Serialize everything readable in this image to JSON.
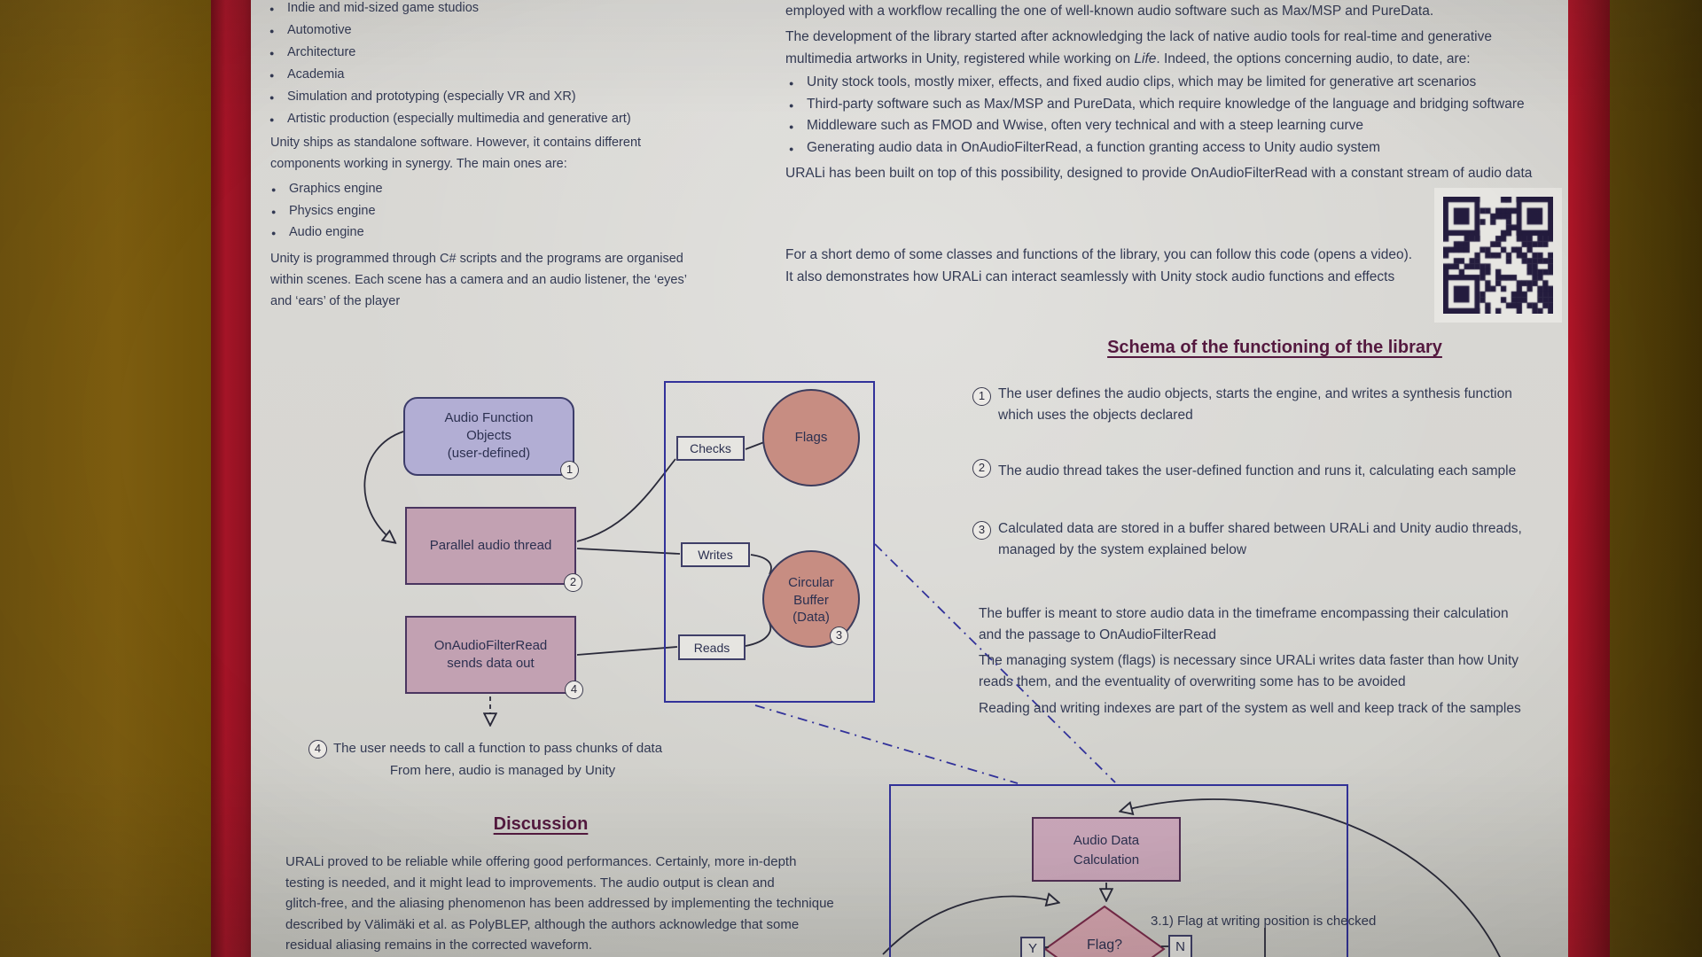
{
  "left_column": {
    "intro_bullets": [
      "Indie and mid-sized game studios",
      "Automotive",
      "Architecture",
      "Academia",
      "Simulation and prototyping (especially VR and XR)",
      "Artistic production (especially multimedia and generative art)"
    ],
    "unity_para": [
      "Unity ships as standalone software. However, it contains different",
      "components working in synergy. The main ones are:"
    ],
    "engine_bullets": [
      "Graphics engine",
      "Physics engine",
      "Audio engine"
    ],
    "scripts_para": [
      "Unity is programmed through C# scripts and the programs are organised",
      "within scenes. Each scene has a camera and an audio listener, the ‘eyes’",
      "and ‘ears’ of the player"
    ]
  },
  "right_column": {
    "workflow_line": "employed with a workflow recalling the one of well-known audio software such as Max/MSP and PureData.",
    "dev_line1": "The development of the library started after acknowledging the lack of native audio tools for real-time and generative",
    "dev_line2_pre": "multimedia artworks in Unity, registered while working on ",
    "dev_line2_em": "Life",
    "dev_line2_post": ". Indeed, the options concerning audio, to date, are:",
    "option_bullets": [
      "Unity stock tools, mostly mixer, effects, and fixed audio clips, which may be limited for generative art scenarios",
      "Third-party software such as Max/MSP and PureData, which require knowledge of the language and bridging software",
      "Middleware such as FMOD and Wwise, often very technical and with a steep learning curve",
      "Generating audio data in OnAudioFilterRead, a function granting access to Unity audio system"
    ],
    "urali_line": "URALi has been built on top of this possibility, designed to provide OnAudioFilterRead with a constant stream of audio data",
    "demo_line1": "For a short demo of some classes and functions of the library, you can follow this code (opens a video).",
    "demo_line2": "It also demonstrates how URALi can interact seamlessly with Unity stock audio functions and effects",
    "qr_label": "qr-code"
  },
  "schema": {
    "heading": "Schema of the functioning of the library",
    "items": [
      {
        "num": "1",
        "lines": [
          "The user defines the audio objects, starts the engine, and writes a synthesis function",
          "which uses the objects declared"
        ]
      },
      {
        "num": "2",
        "lines": [
          "The audio thread takes the user-defined function and runs it, calculating each sample"
        ]
      },
      {
        "num": "3",
        "lines": [
          "Calculated data are stored in a buffer shared between URALi and Unity audio threads,",
          "managed by the system explained below"
        ]
      }
    ],
    "notes": [
      {
        "lines": [
          "The buffer is meant to store audio data in the timeframe encompassing their calculation",
          "and the passage to OnAudioFilterRead"
        ]
      },
      {
        "lines": [
          "The managing system (flags) is necessary since URALi writes data faster than how Unity",
          "reads them, and the eventuality of overwriting some has to be avoided"
        ]
      },
      {
        "lines": [
          "Reading and writing indexes are part of the system as well and keep track of the samples"
        ]
      }
    ]
  },
  "diagram": {
    "afo_lines": [
      "Audio Function",
      "Objects",
      "(user-defined)"
    ],
    "badge1": "1",
    "parallel": "Parallel audio thread",
    "badge2": "2",
    "onafr_lines": [
      "OnAudioFilterRead",
      "sends data out"
    ],
    "badge4": "4",
    "checks": "Checks",
    "writes": "Writes",
    "reads": "Reads",
    "flags": "Flags",
    "circbuf_lines": [
      "Circular",
      "Buffer",
      "(Data)"
    ],
    "badge3": "3",
    "note4_num": "4",
    "note4_line1": "The user needs to call a function to pass chunks of data",
    "note4_line2": "From here, audio is managed by Unity"
  },
  "discussion": {
    "heading": "Discussion",
    "lines": [
      "URALi proved to be reliable while offering good performances. Certainly, more in-depth",
      "testing is needed, and it might lead to improvements. The audio output is clean and",
      "glitch-free, and the aliasing phenomenon has been addressed by implementing the technique",
      "described by Välimäki et al. as PolyBLEP, although the authors acknowledge that some",
      "residual aliasing remains in the corrected waveform."
    ]
  },
  "flowchart": {
    "adc_lines": [
      "Audio Data",
      "Calculation"
    ],
    "flag": "Flag?",
    "yes": "Y",
    "no": "N",
    "note": "3.1)  Flag at writing position is checked"
  },
  "colors": {
    "poster_bg": "#d7d6d2",
    "frame_red": "#9e1322",
    "wall_left": "#7a5a0e",
    "wall_right": "#4d3a07",
    "heading": "#54193f",
    "body_text": "#333a54",
    "box_lavender": "#b2aed4",
    "box_mauve": "#c2a1b2",
    "circle_salmon": "#c78d82",
    "line_navy": "#32329a"
  }
}
